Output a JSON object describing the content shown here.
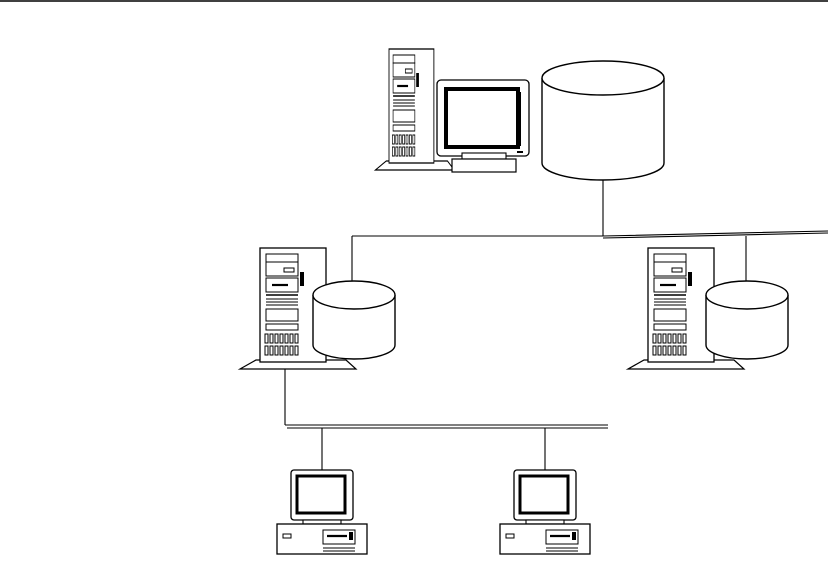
{
  "diagram": {
    "kind": "network-topology",
    "nodes": [
      {
        "id": "central-workstation",
        "icon": "tower-server-with-monitor-icon"
      },
      {
        "id": "central-database",
        "icon": "database-cylinder-icon"
      },
      {
        "id": "left-server",
        "icon": "tower-server-icon"
      },
      {
        "id": "left-database",
        "icon": "database-cylinder-icon"
      },
      {
        "id": "right-server",
        "icon": "tower-server-icon"
      },
      {
        "id": "right-database",
        "icon": "database-cylinder-icon"
      },
      {
        "id": "client-pc-1",
        "icon": "desktop-pc-icon"
      },
      {
        "id": "client-pc-2",
        "icon": "desktop-pc-icon"
      }
    ],
    "links": [
      {
        "from": "central-database",
        "to": "backbone-bus"
      },
      {
        "from": "backbone-bus",
        "to": "left-database"
      },
      {
        "from": "backbone-bus",
        "to": "right-database"
      },
      {
        "from": "left-server",
        "to": "lan-bus"
      },
      {
        "from": "lan-bus",
        "to": "client-pc-1"
      },
      {
        "from": "lan-bus",
        "to": "client-pc-2"
      }
    ],
    "colors": {
      "line": "#000000",
      "fill": "#ffffff"
    }
  }
}
